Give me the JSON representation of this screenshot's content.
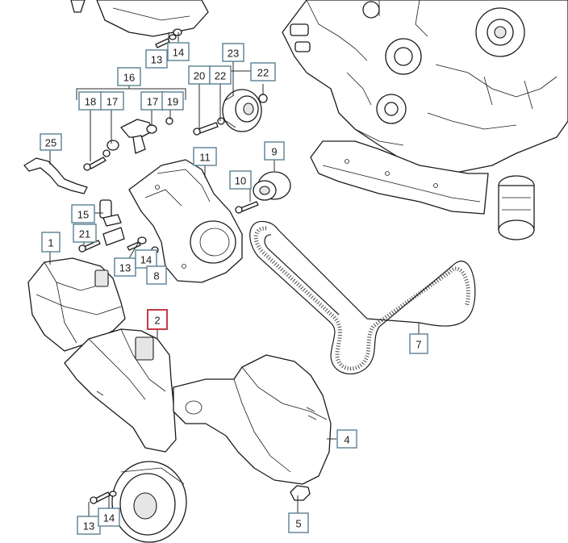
{
  "labels": [
    {
      "id": "label-13-top",
      "text": "13",
      "highlight": false
    },
    {
      "id": "label-14-top",
      "text": "14",
      "highlight": false
    },
    {
      "id": "label-23",
      "text": "23",
      "highlight": false
    },
    {
      "id": "label-20",
      "text": "20",
      "highlight": false
    },
    {
      "id": "label-22-a",
      "text": "22",
      "highlight": false
    },
    {
      "id": "label-22-b",
      "text": "22",
      "highlight": false
    },
    {
      "id": "label-16",
      "text": "16",
      "highlight": false
    },
    {
      "id": "label-18",
      "text": "18",
      "highlight": false
    },
    {
      "id": "label-17-a",
      "text": "17",
      "highlight": false
    },
    {
      "id": "label-17-b",
      "text": "17",
      "highlight": false
    },
    {
      "id": "label-19",
      "text": "19",
      "highlight": false
    },
    {
      "id": "label-25",
      "text": "25",
      "highlight": false
    },
    {
      "id": "label-11",
      "text": "11",
      "highlight": false
    },
    {
      "id": "label-9",
      "text": "9",
      "highlight": false
    },
    {
      "id": "label-10",
      "text": "10",
      "highlight": false
    },
    {
      "id": "label-15",
      "text": "15",
      "highlight": false
    },
    {
      "id": "label-21",
      "text": "21",
      "highlight": false
    },
    {
      "id": "label-1",
      "text": "1",
      "highlight": false
    },
    {
      "id": "label-13-mid",
      "text": "13",
      "highlight": false
    },
    {
      "id": "label-14-mid",
      "text": "14",
      "highlight": false
    },
    {
      "id": "label-8",
      "text": "8",
      "highlight": false
    },
    {
      "id": "label-2",
      "text": "2",
      "highlight": true
    },
    {
      "id": "label-7",
      "text": "7",
      "highlight": false
    },
    {
      "id": "label-4",
      "text": "4",
      "highlight": false
    },
    {
      "id": "label-5",
      "text": "5",
      "highlight": false
    },
    {
      "id": "label-13-bottom",
      "text": "13",
      "highlight": false
    },
    {
      "id": "label-14-bottom",
      "text": "14",
      "highlight": false
    }
  ],
  "colors": {
    "label_border": "#5a7f94",
    "highlight_border": "#c0262f",
    "line": "#1a1a1a"
  }
}
